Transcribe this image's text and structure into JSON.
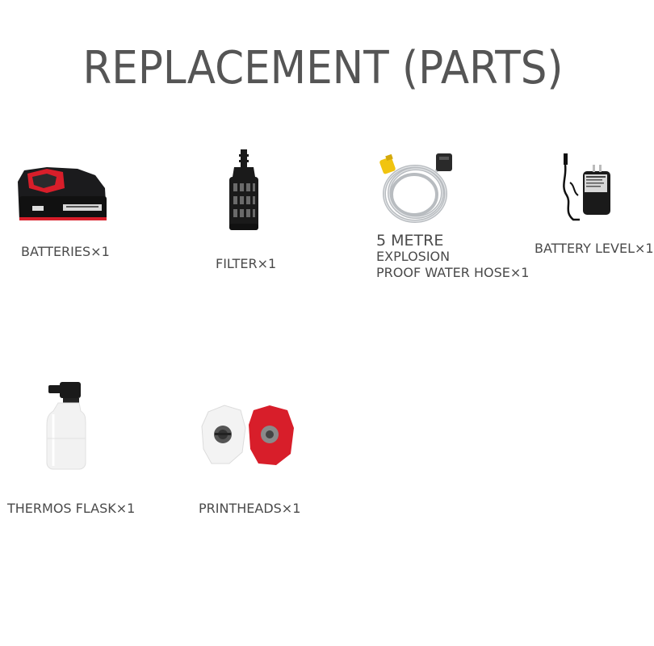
{
  "title": "REPLACEMENT (PARTS)",
  "items": [
    {
      "label": "BATTERIES×1",
      "icon": "battery-pack-icon"
    },
    {
      "label": "FILTER×1",
      "icon": "water-filter-icon"
    },
    {
      "label_line1": "5 METRE",
      "label_line2": "EXPLOSION",
      "label_line3": "PROOF WATER HOSE×1",
      "icon": "water-hose-icon"
    },
    {
      "label": "BATTERY LEVEL×1",
      "icon": "power-adapter-icon"
    },
    {
      "label": "THERMOS FLASK×1",
      "icon": "foam-bottle-icon"
    },
    {
      "label": "PRINTHEADS×1",
      "icon": "nozzle-tips-icon"
    }
  ],
  "colors": {
    "title": "#555555",
    "text": "#4a4a4a",
    "accent_red": "#d81e2a"
  }
}
